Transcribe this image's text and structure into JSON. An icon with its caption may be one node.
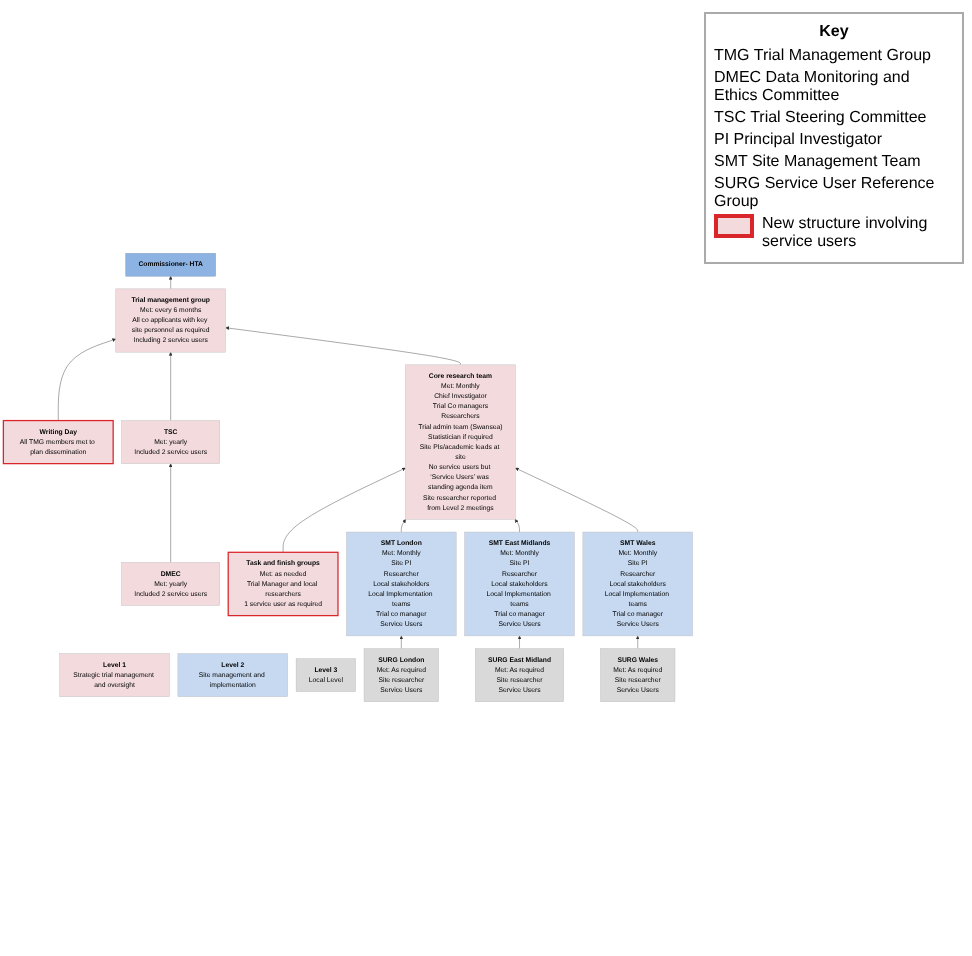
{
  "diagram": {
    "nodes": [
      {
        "text": [
          "Commissioner- HTA"
        ]
      },
      {
        "text": [
          "Level 1",
          "Strategic trial management and oversight"
        ]
      },
      {
        "text": [
          "Trial management group",
          "Met: every 6 months",
          "All co applicants with key site personnel as required",
          "Including 2 service users"
        ]
      },
      {
        "text": [
          "Writing Day",
          "All TMG members met to plan dissemination"
        ]
      },
      {
        "text": [
          "DMEC",
          "Met: yearly",
          "Included 2 service users"
        ]
      },
      {
        "text": [
          "TSC",
          "Met: yearly",
          "Included 2 service users"
        ]
      },
      {
        "text": [
          "Core research team",
          "Met: Monthly",
          "Chief Investigator",
          "Trial Co managers",
          "Researchers",
          "Trial admin team (Swansea)",
          "Statistician if required",
          "Site PIs/academic leads at site",
          "No service users but ‘Service Users’ was standing agenda item",
          "Site researcher reported from Level 2 meetings"
        ]
      },
      {
        "text": [
          "Task and finish groups",
          "Met: as needed",
          "Trial Manager and local researchers",
          "1 service user as required"
        ]
      },
      {
        "text": [
          "Level 2",
          "Site management and implementation"
        ]
      },
      {
        "text": [
          "SMT London",
          "Met: Monthly",
          "Site PI",
          "Researcher",
          "Local stakeholders",
          "Local Implementation teams",
          "Trial co manager",
          "Service Users"
        ]
      },
      {
        "text": [
          "SMT East Midlands",
          "Met: Monthly",
          "Site PI",
          "Researcher",
          "Local stakeholders",
          "Local Implementation teams",
          "Trial co manager",
          "Service Users"
        ]
      },
      {
        "text": [
          "SMT Wales",
          "Met: Monthly",
          "Site PI",
          "Researcher",
          "Local stakeholders",
          "Local Implementation teams",
          "Trial co manager",
          "Service Users"
        ]
      },
      {
        "text": [
          "Level 3",
          "Local Level"
        ]
      },
      {
        "text": [
          "SURG London",
          "Met: As required",
          "Site researcher",
          "Service Users"
        ]
      },
      {
        "text": [
          "SURG East Midland",
          "Met: As required",
          "Site researcher",
          "Service Users"
        ]
      },
      {
        "text": [
          "SURG Wales",
          "Met: As required",
          "Site researcher",
          "Service Users"
        ]
      }
    ],
    "edges": [
      {
        "from": 2,
        "to": 0,
        "arrow": "to"
      },
      {
        "from": 3,
        "to": 2,
        "arrow": "to"
      },
      {
        "from": 5,
        "to": 2,
        "arrow": "to"
      },
      {
        "from": 6,
        "to": 2,
        "arrow": "to"
      },
      {
        "from": 4,
        "to": 5,
        "arrow": "to"
      },
      {
        "from": 7,
        "to": 6,
        "arrow": "to"
      },
      {
        "from": 9,
        "to": 6,
        "arrow": "to"
      },
      {
        "from": 10,
        "to": 6,
        "arrow": "to"
      },
      {
        "from": 11,
        "to": 6,
        "arrow": "to"
      },
      {
        "from": 13,
        "to": 9,
        "arrow": "to"
      },
      {
        "from": 14,
        "to": 10,
        "arrow": "to"
      },
      {
        "from": 15,
        "to": 11,
        "arrow": "to"
      }
    ],
    "labels": [
      "Key"
    ],
    "legend": [
      {
        "text": "TMG Trial Management Group"
      },
      {
        "text": "DMEC Data Monitoring and Ethics Committee"
      },
      {
        "text": "TSC Trial Steering Committee"
      },
      {
        "text": "PI Principal Investigator"
      },
      {
        "text": "SMT Site Management Team"
      },
      {
        "text": "SURG Service User Reference Group"
      },
      {
        "text": "New structure involving service users",
        "color": "#f2dadd"
      }
    ]
  }
}
